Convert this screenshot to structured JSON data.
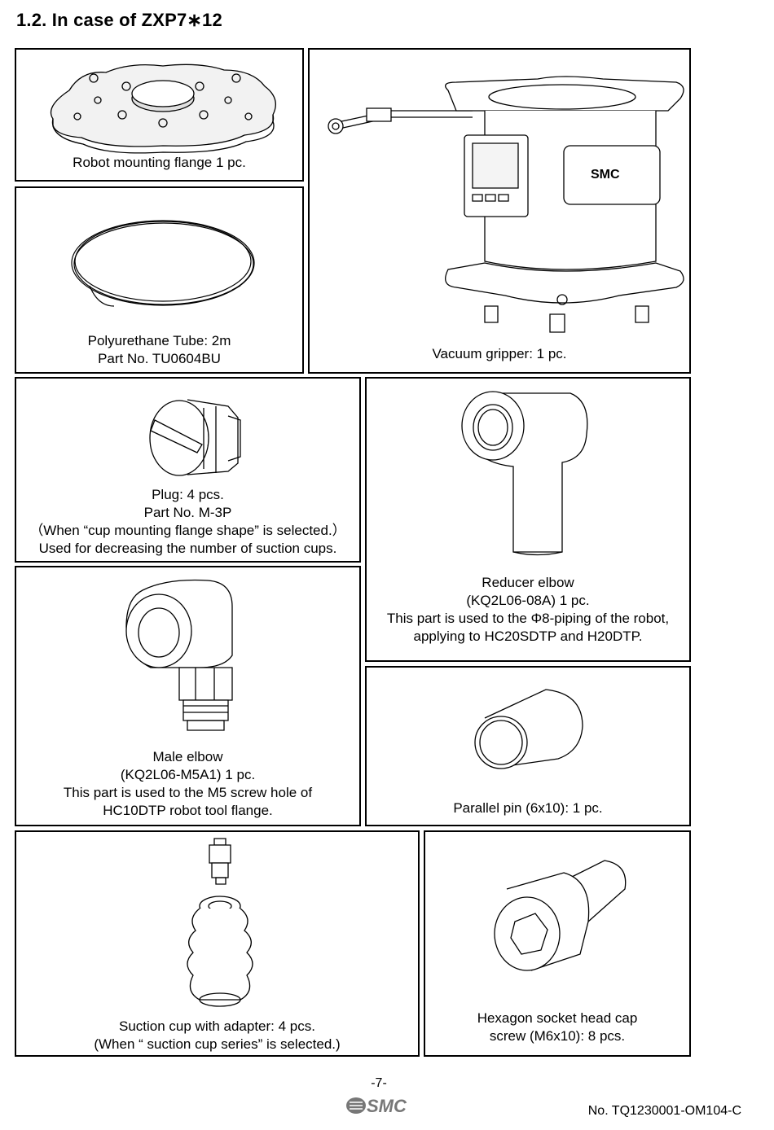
{
  "page": {
    "heading": "1.2. In case of ZXP7∗12",
    "page_number": "-7-",
    "doc_number": "No.  TQ1230001-OM104-C",
    "footer_logo": "SMC"
  },
  "parts": {
    "flange": {
      "lines": [
        "Robot mounting flange 1 pc."
      ]
    },
    "tube": {
      "lines": [
        "Polyurethane Tube: 2m",
        "Part No. TU0604BU"
      ]
    },
    "gripper": {
      "lines": [
        "Vacuum gripper: 1 pc."
      ],
      "badge": "SMC"
    },
    "plug": {
      "lines": [
        "Plug: 4 pcs.",
        "Part No. M-3P",
        "（When “cup mounting flange shape” is selected.）",
        "Used for decreasing the number of suction cups."
      ]
    },
    "reducer": {
      "lines": [
        "Reducer elbow",
        "(KQ2L06-08A) 1 pc.",
        "This part is used to the Φ8-piping of the robot,",
        "applying to HC20SDTP and H20DTP."
      ]
    },
    "male_elbow": {
      "lines": [
        "Male elbow",
        "(KQ2L06-M5A1) 1 pc.",
        "This part is used to the M5 screw hole of",
        "HC10DTP robot tool flange."
      ]
    },
    "pin": {
      "lines": [
        "Parallel pin (6x10): 1 pc."
      ]
    },
    "cup": {
      "lines": [
        "Suction cup with adapter: 4 pcs.",
        "(When “ suction cup series” is selected.)"
      ]
    },
    "screw": {
      "lines": [
        "Hexagon socket head cap",
        "screw (M6x10): 8 pcs."
      ]
    }
  }
}
